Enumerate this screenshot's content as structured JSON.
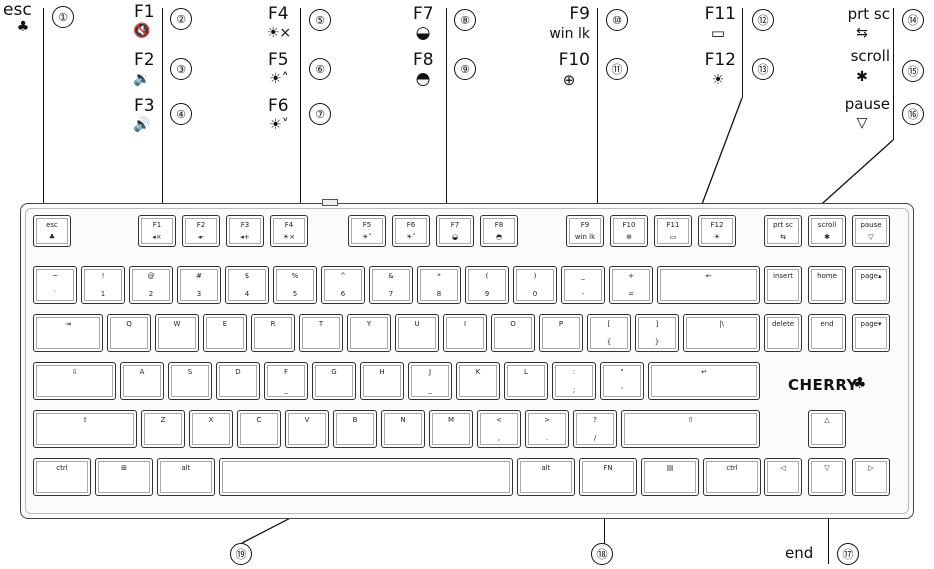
{
  "callouts": [
    {
      "n": "①",
      "label": "esc",
      "symbol": "♣"
    },
    {
      "n": "②",
      "label": "F1",
      "symbol": "🔇"
    },
    {
      "n": "③",
      "label": "F2",
      "symbol": "🔉"
    },
    {
      "n": "④",
      "label": "F3",
      "symbol": "🔊"
    },
    {
      "n": "⑤",
      "label": "F4",
      "symbol": "☀×"
    },
    {
      "n": "⑥",
      "label": "F5",
      "symbol": "☀˄"
    },
    {
      "n": "⑦",
      "label": "F6",
      "symbol": "☀˅"
    },
    {
      "n": "⑧",
      "label": "F7",
      "symbol": "◒"
    },
    {
      "n": "⑨",
      "label": "F8",
      "symbol": "◓"
    },
    {
      "n": "⑩",
      "label": "F9",
      "symbol": "win lk"
    },
    {
      "n": "⑪",
      "label": "F10",
      "symbol": "⊕"
    },
    {
      "n": "⑫",
      "label": "F11",
      "symbol": "▭"
    },
    {
      "n": "⑬",
      "label": "F12",
      "symbol": "☀"
    },
    {
      "n": "⑭",
      "label": "prt sc",
      "symbol": "⇆"
    },
    {
      "n": "⑮",
      "label": "scroll",
      "symbol": "✱"
    },
    {
      "n": "⑯",
      "label": "pause",
      "symbol": "▽"
    },
    {
      "n": "⑰",
      "label": "end",
      "symbol": ""
    },
    {
      "n": "⑱",
      "label": "",
      "symbol": ""
    },
    {
      "n": "⑲",
      "label": "",
      "symbol": ""
    }
  ],
  "brand": "CHERRY",
  "keys": [
    {
      "t": "esc",
      "b": "♣"
    },
    {
      "t": "F1",
      "b": "◂×"
    },
    {
      "t": "F2",
      "b": "◂-"
    },
    {
      "t": "F3",
      "b": "◂+"
    },
    {
      "t": "F4",
      "b": "☀×"
    },
    {
      "t": "F5",
      "b": "☀˄"
    },
    {
      "t": "F6",
      "b": "☀˅"
    },
    {
      "t": "F7",
      "b": "◒"
    },
    {
      "t": "F8",
      "b": "◓"
    },
    {
      "t": "F9",
      "b": "win lk"
    },
    {
      "t": "F10",
      "b": "⊕"
    },
    {
      "t": "F11",
      "b": "▭"
    },
    {
      "t": "F12",
      "b": "☀"
    },
    {
      "t": "prt sc",
      "b": "⇆"
    },
    {
      "t": "scroll",
      "b": "✱"
    },
    {
      "t": "pause",
      "b": "▽"
    },
    {
      "t": "~",
      "b": "`"
    },
    {
      "t": "!",
      "b": "1"
    },
    {
      "t": "@",
      "b": "2"
    },
    {
      "t": "#",
      "b": "3"
    },
    {
      "t": "$",
      "b": "4"
    },
    {
      "t": "%",
      "b": "5"
    },
    {
      "t": "^",
      "b": "6"
    },
    {
      "t": "&",
      "b": "7"
    },
    {
      "t": "*",
      "b": "8"
    },
    {
      "t": "(",
      "b": "9"
    },
    {
      "t": ")",
      "b": "0"
    },
    {
      "t": "_",
      "b": "-"
    },
    {
      "t": "+",
      "b": "="
    },
    {
      "t": "←",
      "b": ""
    },
    {
      "t": "insert",
      "b": ""
    },
    {
      "t": "home",
      "b": ""
    },
    {
      "t": "page▴",
      "b": ""
    },
    {
      "t": "⇥",
      "b": ""
    },
    {
      "t": "Q",
      "b": ""
    },
    {
      "t": "W",
      "b": ""
    },
    {
      "t": "E",
      "b": ""
    },
    {
      "t": "R",
      "b": ""
    },
    {
      "t": "T",
      "b": ""
    },
    {
      "t": "Y",
      "b": ""
    },
    {
      "t": "U",
      "b": ""
    },
    {
      "t": "I",
      "b": ""
    },
    {
      "t": "O",
      "b": ""
    },
    {
      "t": "P",
      "b": ""
    },
    {
      "t": "[",
      "b": "{"
    },
    {
      "t": "]",
      "b": "}"
    },
    {
      "t": "|\\",
      "b": ""
    },
    {
      "t": "delete",
      "b": ""
    },
    {
      "t": "end",
      "b": ""
    },
    {
      "t": "page▾",
      "b": ""
    },
    {
      "t": "⇩",
      "b": ""
    },
    {
      "t": "A",
      "b": ""
    },
    {
      "t": "S",
      "b": ""
    },
    {
      "t": "D",
      "b": ""
    },
    {
      "t": "F",
      "b": "_"
    },
    {
      "t": "G",
      "b": ""
    },
    {
      "t": "H",
      "b": ""
    },
    {
      "t": "J",
      "b": "_"
    },
    {
      "t": "K",
      "b": ""
    },
    {
      "t": "L",
      "b": ""
    },
    {
      "t": ":",
      "b": ";"
    },
    {
      "t": "\"",
      "b": "'"
    },
    {
      "t": "↵",
      "b": ""
    },
    {
      "t": "⇧",
      "b": ""
    },
    {
      "t": "Z",
      "b": ""
    },
    {
      "t": "X",
      "b": ""
    },
    {
      "t": "C",
      "b": ""
    },
    {
      "t": "V",
      "b": ""
    },
    {
      "t": "B",
      "b": ""
    },
    {
      "t": "N",
      "b": ""
    },
    {
      "t": "M",
      "b": ""
    },
    {
      "t": "<",
      "b": ","
    },
    {
      "t": ">",
      "b": "."
    },
    {
      "t": "?",
      "b": "/"
    },
    {
      "t": "⇧",
      "b": ""
    },
    {
      "t": "△",
      "b": ""
    },
    {
      "t": "ctrl",
      "b": ""
    },
    {
      "t": "⊞",
      "b": ""
    },
    {
      "t": "alt",
      "b": ""
    },
    {
      "t": "",
      "b": ""
    },
    {
      "t": "alt",
      "b": ""
    },
    {
      "t": "FN",
      "b": ""
    },
    {
      "t": "▤",
      "b": ""
    },
    {
      "t": "ctrl",
      "b": ""
    },
    {
      "t": "◁",
      "b": ""
    },
    {
      "t": "▽",
      "b": ""
    },
    {
      "t": "▷",
      "b": ""
    }
  ]
}
